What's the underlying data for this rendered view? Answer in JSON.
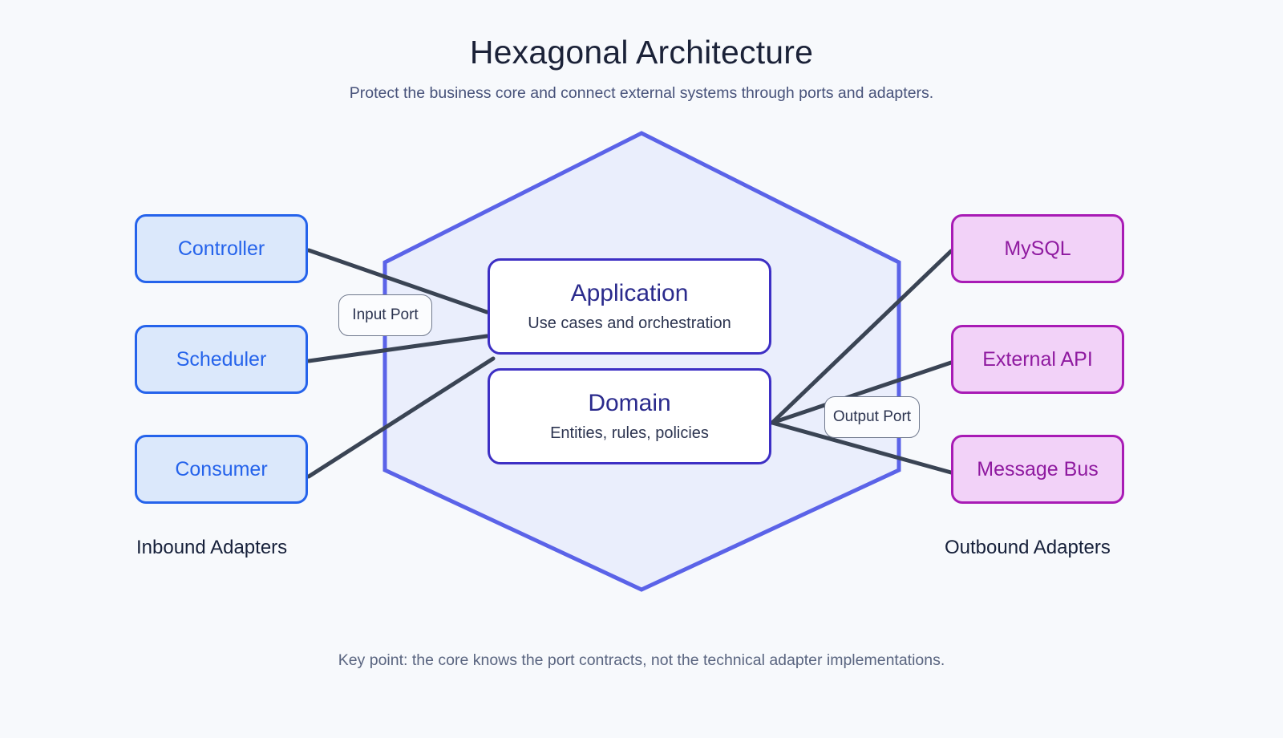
{
  "header": {
    "title": "Hexagonal Architecture",
    "subtitle": "Protect the business core and connect external systems through ports and adapters."
  },
  "footer": {
    "note": "Key point: the core knows the port contracts, not the technical adapter implementations."
  },
  "groups": {
    "inbound_caption": "Inbound Adapters",
    "outbound_caption": "Outbound Adapters"
  },
  "inbound_adapters": [
    {
      "label": "Controller"
    },
    {
      "label": "Scheduler"
    },
    {
      "label": "Consumer"
    }
  ],
  "outbound_adapters": [
    {
      "label": "MySQL"
    },
    {
      "label": "External API"
    },
    {
      "label": "Message Bus"
    }
  ],
  "core": {
    "hexagon_label": "",
    "layers": [
      {
        "title": "Application",
        "subtitle": "Use cases and orchestration"
      },
      {
        "title": "Domain",
        "subtitle": "Entities, rules, policies"
      }
    ]
  },
  "ports": {
    "input": "Input Port",
    "output": "Output Port"
  },
  "colors": {
    "background": "#f7f9fc",
    "hexagon_fill": "#eaeefc",
    "hexagon_stroke": "#5b63e8",
    "inbound_fill": "#dbe8fb",
    "inbound_stroke": "#2563eb",
    "inbound_text": "#2563eb",
    "outbound_fill": "#f2d2f8",
    "outbound_stroke": "#a81bb5",
    "outbound_text": "#8f1aa0",
    "core_fill": "#ffffff",
    "core_stroke": "#3d2fc4",
    "core_title_text": "#2a2a8c",
    "edge_stroke": "#3a4454",
    "title_text": "#1b2238",
    "subtitle_text": "#47527a",
    "footnote_text": "#5a6580"
  }
}
